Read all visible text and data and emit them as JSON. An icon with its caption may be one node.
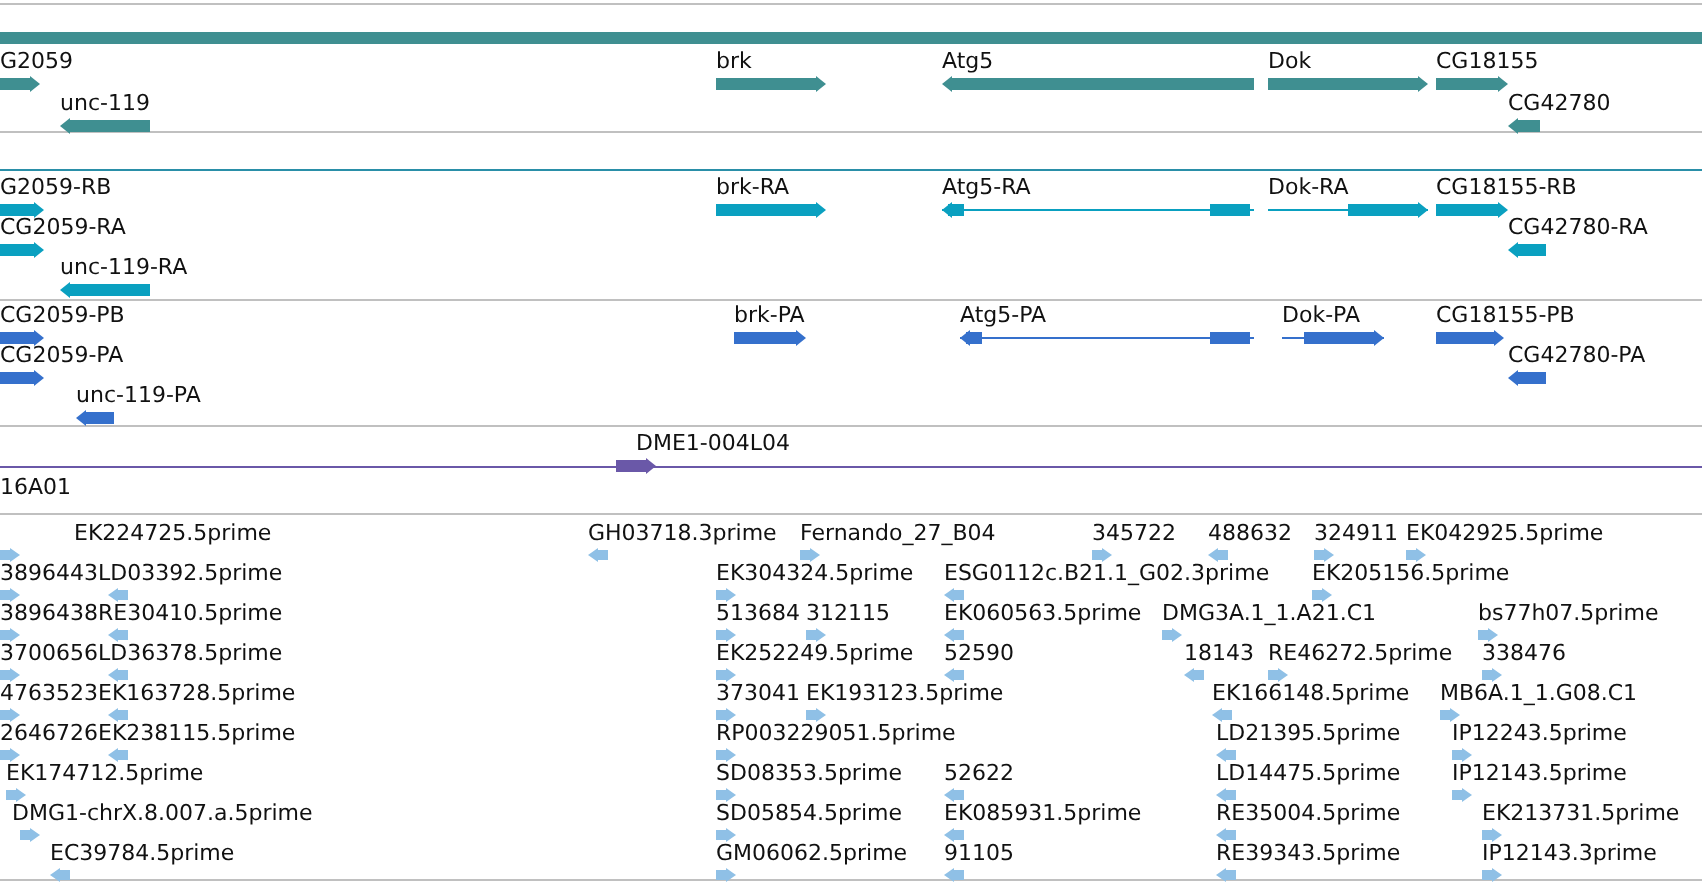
{
  "diagram": {
    "labels": [
      "G2059",
      "brk",
      "Atg5",
      "Dok",
      "CG18155",
      "unc-119",
      "CG42780",
      "G2059-RB",
      "brk-RA",
      "Atg5-RA",
      "Dok-RA",
      "CG18155-RB",
      "CG2059-RA",
      "CG42780-RA",
      "unc-119-RA",
      "CG2059-PB",
      "brk-PA",
      "Atg5-PA",
      "Dok-PA",
      "CG18155-PB",
      "CG2059-PA",
      "CG42780-PA",
      "unc-119-PA",
      "DME1-004L04",
      "16A01",
      "EK224725.5prime",
      "GH03718.3prime",
      "Fernando_27_B04",
      "345722",
      "488632",
      "324911",
      "EK042925.5prime",
      "3896443",
      "LD03392.5prime",
      "EK304324.5prime",
      "ESG0112c.B21.1_G02.3prime",
      "EK205156.5prime",
      "3896438",
      "RE30410.5prime",
      "513684",
      "312115",
      "EK060563.5prime",
      "DMG3A.1_1.A21.C1",
      "bs77h07.5prime",
      "3700656",
      "LD36378.5prime",
      "EK252249.5prime",
      "52590",
      "18143",
      "RE46272.5prime",
      "338476",
      "4763523",
      "EK163728.5prime",
      "373041",
      "EK193123.5prime",
      "EK166148.5prime",
      "MB6A.1_1.G08.C1",
      "2646726",
      "EK238115.5prime",
      "RP003229051.5prime",
      "LD21395.5prime",
      "IP12243.5prime",
      "EK174712.5prime",
      "SD08353.5prime",
      "52622",
      "LD14475.5prime",
      "IP12143.5prime",
      "DMG1-chrX.8.007.a.5prime",
      "SD05854.5prime",
      "EK085931.5prime",
      "RE35004.5prime",
      "EK213731.5prime",
      "EC39784.5prime",
      "GM06062.5prime",
      "91105",
      "RE39343.5prime",
      "IP12143.3prime"
    ]
  }
}
